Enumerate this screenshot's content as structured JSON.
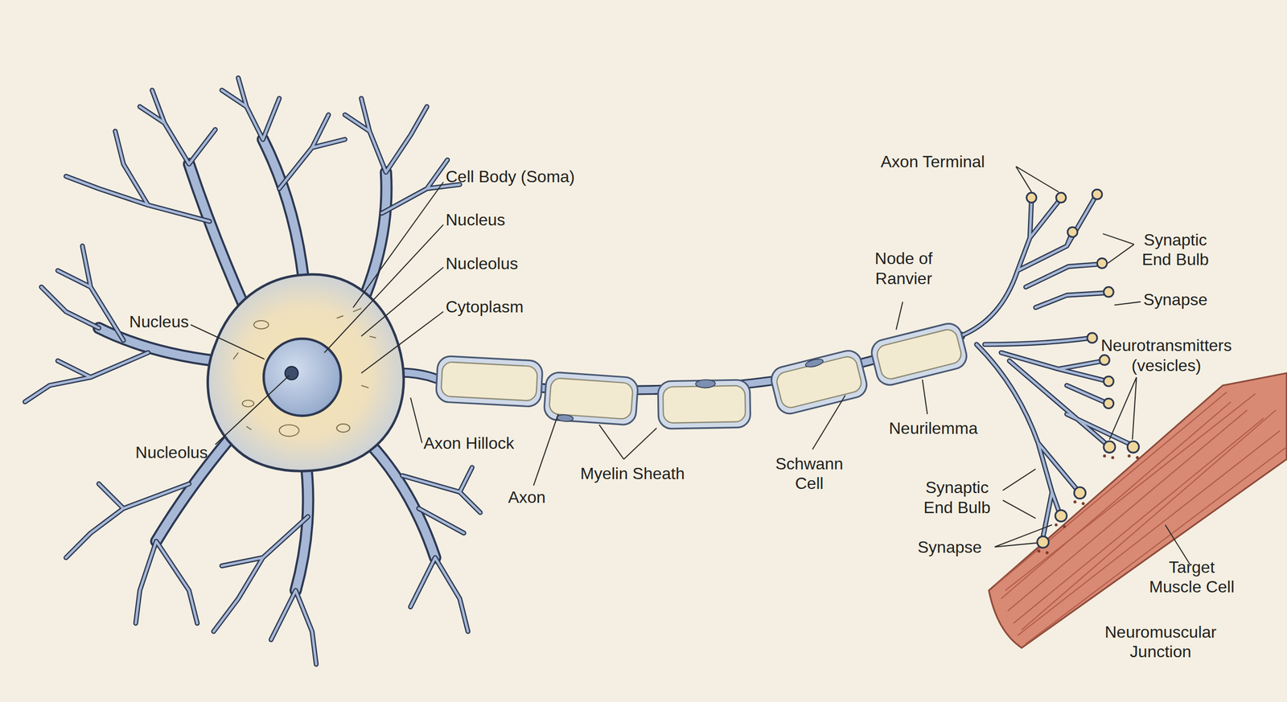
{
  "diagram": {
    "labels": [
      "Cell Body (Soma)",
      "Nucleus",
      "Nucleolus",
      "Cytoplasm",
      "Nucleus",
      "Nucleolus",
      "Axon Hillock",
      "Axon",
      "Myelin Sheath",
      "Schwann Cell",
      "Node of Ranvier",
      "Neurilemma",
      "Axon Terminal",
      "Synaptic End Bulb",
      "Synapse",
      "Neurotransmitters (vesicles)",
      "Synaptic End Bulb",
      "Synapse",
      "Target Muscle Cell",
      "Neuromuscular Junction"
    ]
  }
}
